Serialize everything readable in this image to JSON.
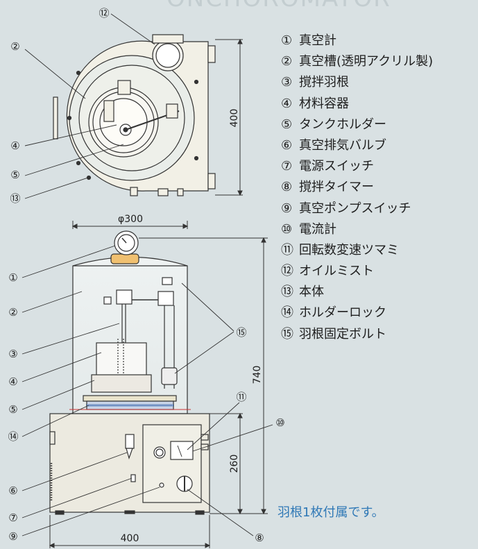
{
  "header_text": "ONCHOROMATOR",
  "legend": [
    {
      "num": "①",
      "label": "真空計"
    },
    {
      "num": "②",
      "label": "真空槽(透明アクリル製)"
    },
    {
      "num": "③",
      "label": "撹拌羽根"
    },
    {
      "num": "④",
      "label": "材料容器"
    },
    {
      "num": "⑤",
      "label": "タンクホルダー"
    },
    {
      "num": "⑥",
      "label": "真空排気バルブ"
    },
    {
      "num": "⑦",
      "label": "電源スイッチ"
    },
    {
      "num": "⑧",
      "label": "撹拌タイマー"
    },
    {
      "num": "⑨",
      "label": "真空ポンプスイッチ"
    },
    {
      "num": "⑩",
      "label": "電流計"
    },
    {
      "num": "⑪",
      "label": "回転数変速ツマミ"
    },
    {
      "num": "⑫",
      "label": "オイルミスト"
    },
    {
      "num": "⑬",
      "label": "本体"
    },
    {
      "num": "⑭",
      "label": "ホルダーロック"
    },
    {
      "num": "⑮",
      "label": "羽根固定ボルト"
    }
  ],
  "dimensions": {
    "top_depth": "400",
    "diameter": "φ300",
    "height_total": "740",
    "base_height": "260",
    "base_width": "400"
  },
  "callouts": {
    "c1": "①",
    "c2": "②",
    "c3": "③",
    "c4": "④",
    "c5": "⑤",
    "c6": "⑥",
    "c7": "⑦",
    "c8": "⑧",
    "c9": "⑨",
    "c10": "⑩",
    "c11": "⑪",
    "c12": "⑫",
    "c13": "⑬",
    "c14": "⑭",
    "c15": "⑮"
  },
  "note": "羽根1枚付属です。"
}
